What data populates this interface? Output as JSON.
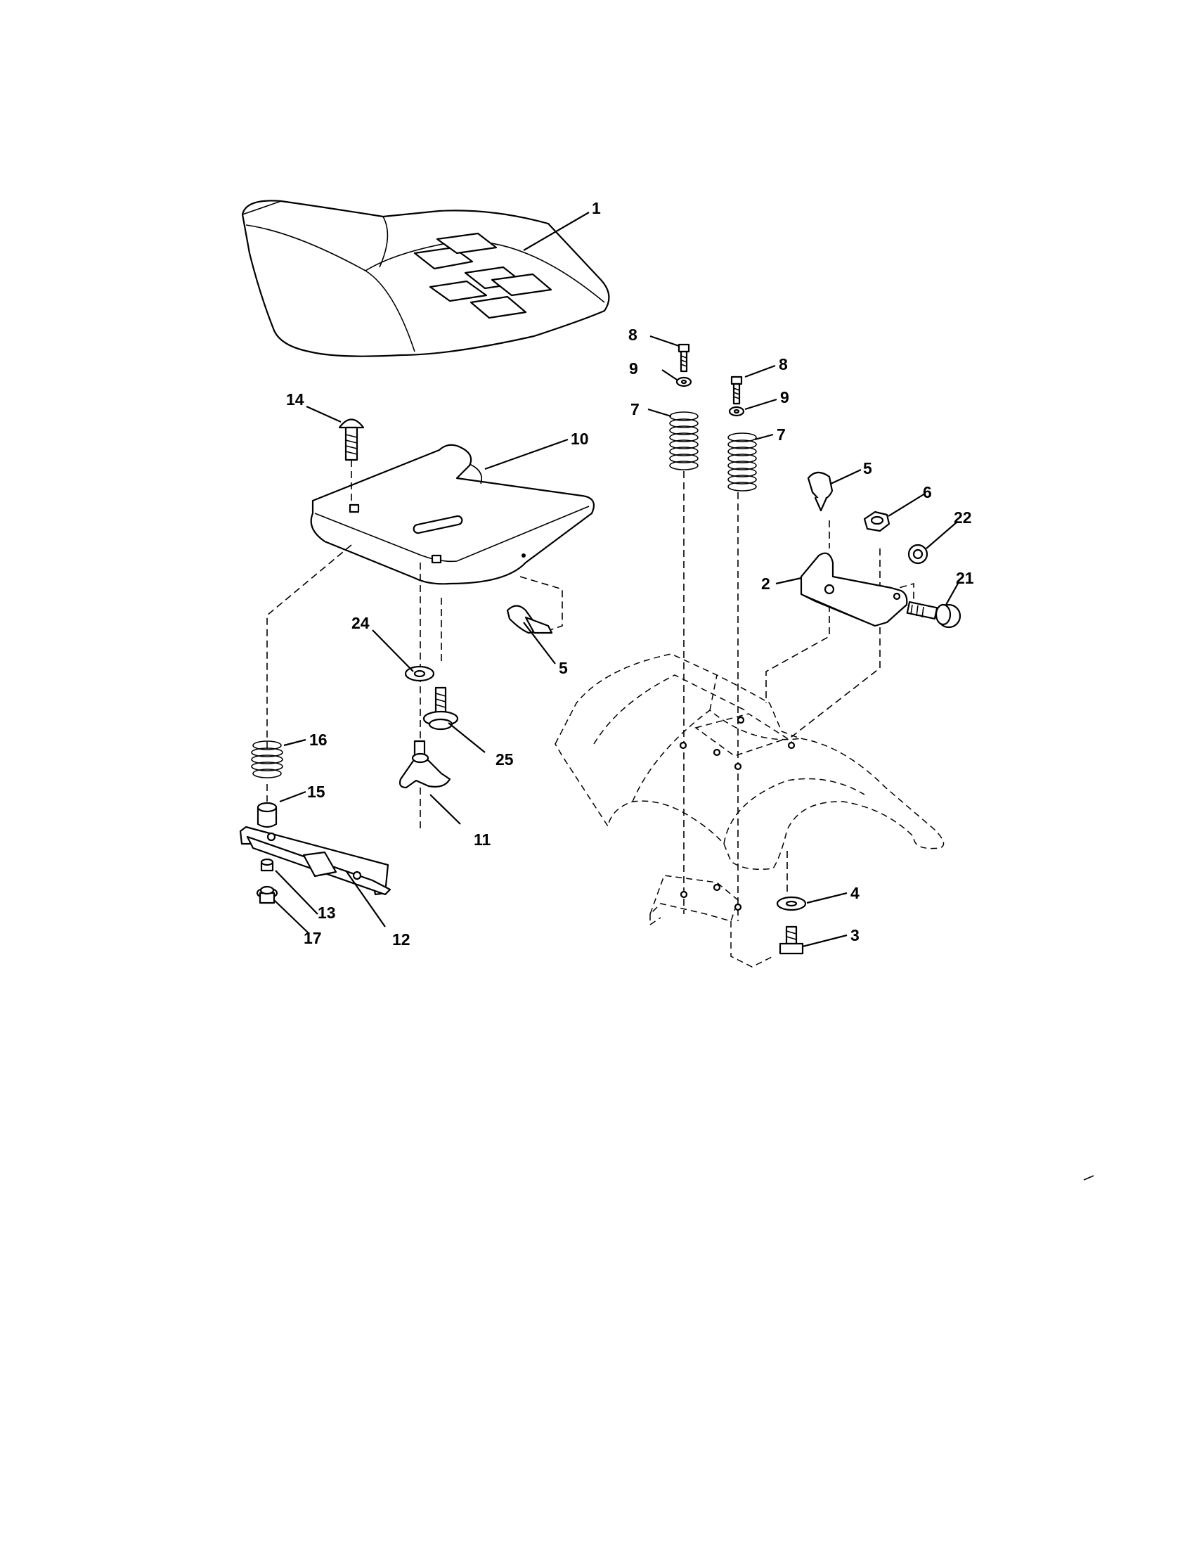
{
  "callouts": [
    {
      "id": "c1",
      "text": "1"
    },
    {
      "id": "c2",
      "text": "2"
    },
    {
      "id": "c3",
      "text": "3"
    },
    {
      "id": "c4",
      "text": "4"
    },
    {
      "id": "c5a",
      "text": "5"
    },
    {
      "id": "c5b",
      "text": "5"
    },
    {
      "id": "c6",
      "text": "6"
    },
    {
      "id": "c7a",
      "text": "7"
    },
    {
      "id": "c7b",
      "text": "7"
    },
    {
      "id": "c8a",
      "text": "8"
    },
    {
      "id": "c8b",
      "text": "8"
    },
    {
      "id": "c9a",
      "text": "9"
    },
    {
      "id": "c9b",
      "text": "9"
    },
    {
      "id": "c10",
      "text": "10"
    },
    {
      "id": "c11",
      "text": "11"
    },
    {
      "id": "c12",
      "text": "12"
    },
    {
      "id": "c13",
      "text": "13"
    },
    {
      "id": "c14",
      "text": "14"
    },
    {
      "id": "c15",
      "text": "15"
    },
    {
      "id": "c16",
      "text": "16"
    },
    {
      "id": "c17",
      "text": "17"
    },
    {
      "id": "c21",
      "text": "21"
    },
    {
      "id": "c22",
      "text": "22"
    },
    {
      "id": "c24",
      "text": "24"
    },
    {
      "id": "c25",
      "text": "25"
    }
  ]
}
